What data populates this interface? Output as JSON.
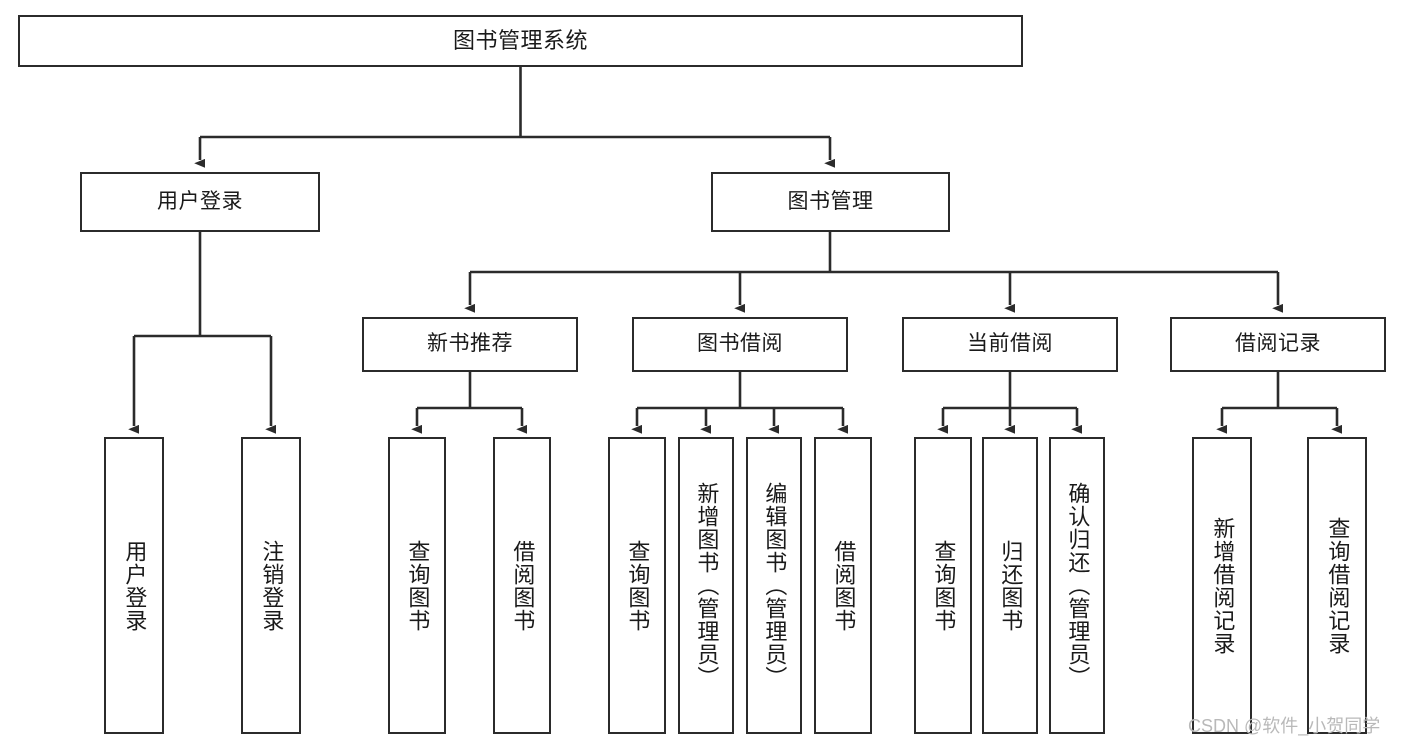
{
  "diagram": {
    "type": "tree-hierarchy-chart",
    "title": "图书管理系统",
    "orientation": "top-down",
    "edge_color": "#2b2b2b",
    "node_border_color": "#2b2b2b",
    "node_fill_color": "#ffffff",
    "text_color": "#1a1a1a"
  },
  "nodes": {
    "root": {
      "label": "图书管理系统",
      "level": 0
    },
    "level1": [
      {
        "id": "user-login",
        "label": "用户登录",
        "level": 1
      },
      {
        "id": "book-management",
        "label": "图书管理",
        "level": 1
      }
    ],
    "level2": [
      {
        "id": "new-book-recommend",
        "label": "新书推荐",
        "level": 2,
        "parent": "book-management"
      },
      {
        "id": "book-borrow",
        "label": "图书借阅",
        "level": 2,
        "parent": "book-management"
      },
      {
        "id": "current-borrow",
        "label": "当前借阅",
        "level": 2,
        "parent": "book-management"
      },
      {
        "id": "borrow-record",
        "label": "借阅记录",
        "level": 2,
        "parent": "book-management"
      }
    ],
    "leaves": [
      {
        "id": "leaf-user-login",
        "label": "用户登录",
        "parent": "user-login"
      },
      {
        "id": "leaf-logout-login",
        "label": "注销登录",
        "parent": "user-login"
      },
      {
        "id": "leaf-query-book-1",
        "label": "查询图书",
        "parent": "new-book-recommend"
      },
      {
        "id": "leaf-borrow-book-1",
        "label": "借阅图书",
        "parent": "new-book-recommend"
      },
      {
        "id": "leaf-query-book-2",
        "label": "查询图书",
        "parent": "book-borrow"
      },
      {
        "id": "leaf-add-book",
        "label": "新增图书（管理员）",
        "parent": "book-borrow"
      },
      {
        "id": "leaf-edit-book",
        "label": "编辑图书（管理员）",
        "parent": "book-borrow"
      },
      {
        "id": "leaf-borrow-book-2",
        "label": "借阅图书",
        "parent": "book-borrow"
      },
      {
        "id": "leaf-query-book-3",
        "label": "查询图书",
        "parent": "current-borrow"
      },
      {
        "id": "leaf-return-book",
        "label": "归还图书",
        "parent": "current-borrow"
      },
      {
        "id": "leaf-confirm-return",
        "label": "确认归还（管理员）",
        "parent": "current-borrow"
      },
      {
        "id": "leaf-add-record",
        "label": "新增借阅记录",
        "parent": "borrow-record"
      },
      {
        "id": "leaf-query-record",
        "label": "查询借阅记录",
        "parent": "borrow-record"
      }
    ]
  },
  "watermark": {
    "text": "CSDN @软件_小贺同学"
  }
}
